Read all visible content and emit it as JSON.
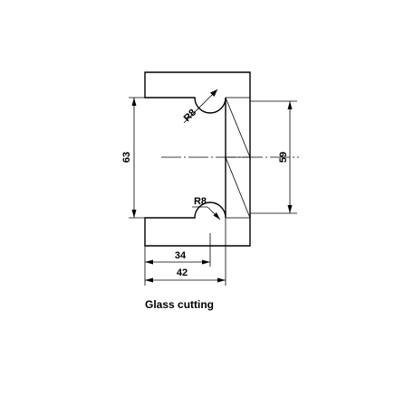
{
  "drawing": {
    "caption": "Glass cutting",
    "dimensions": {
      "height_overall": "63",
      "height_inner": "59",
      "width_to_notch": "34",
      "width_overall": "42",
      "radius_top": "R8",
      "radius_bottom": "R8"
    }
  }
}
